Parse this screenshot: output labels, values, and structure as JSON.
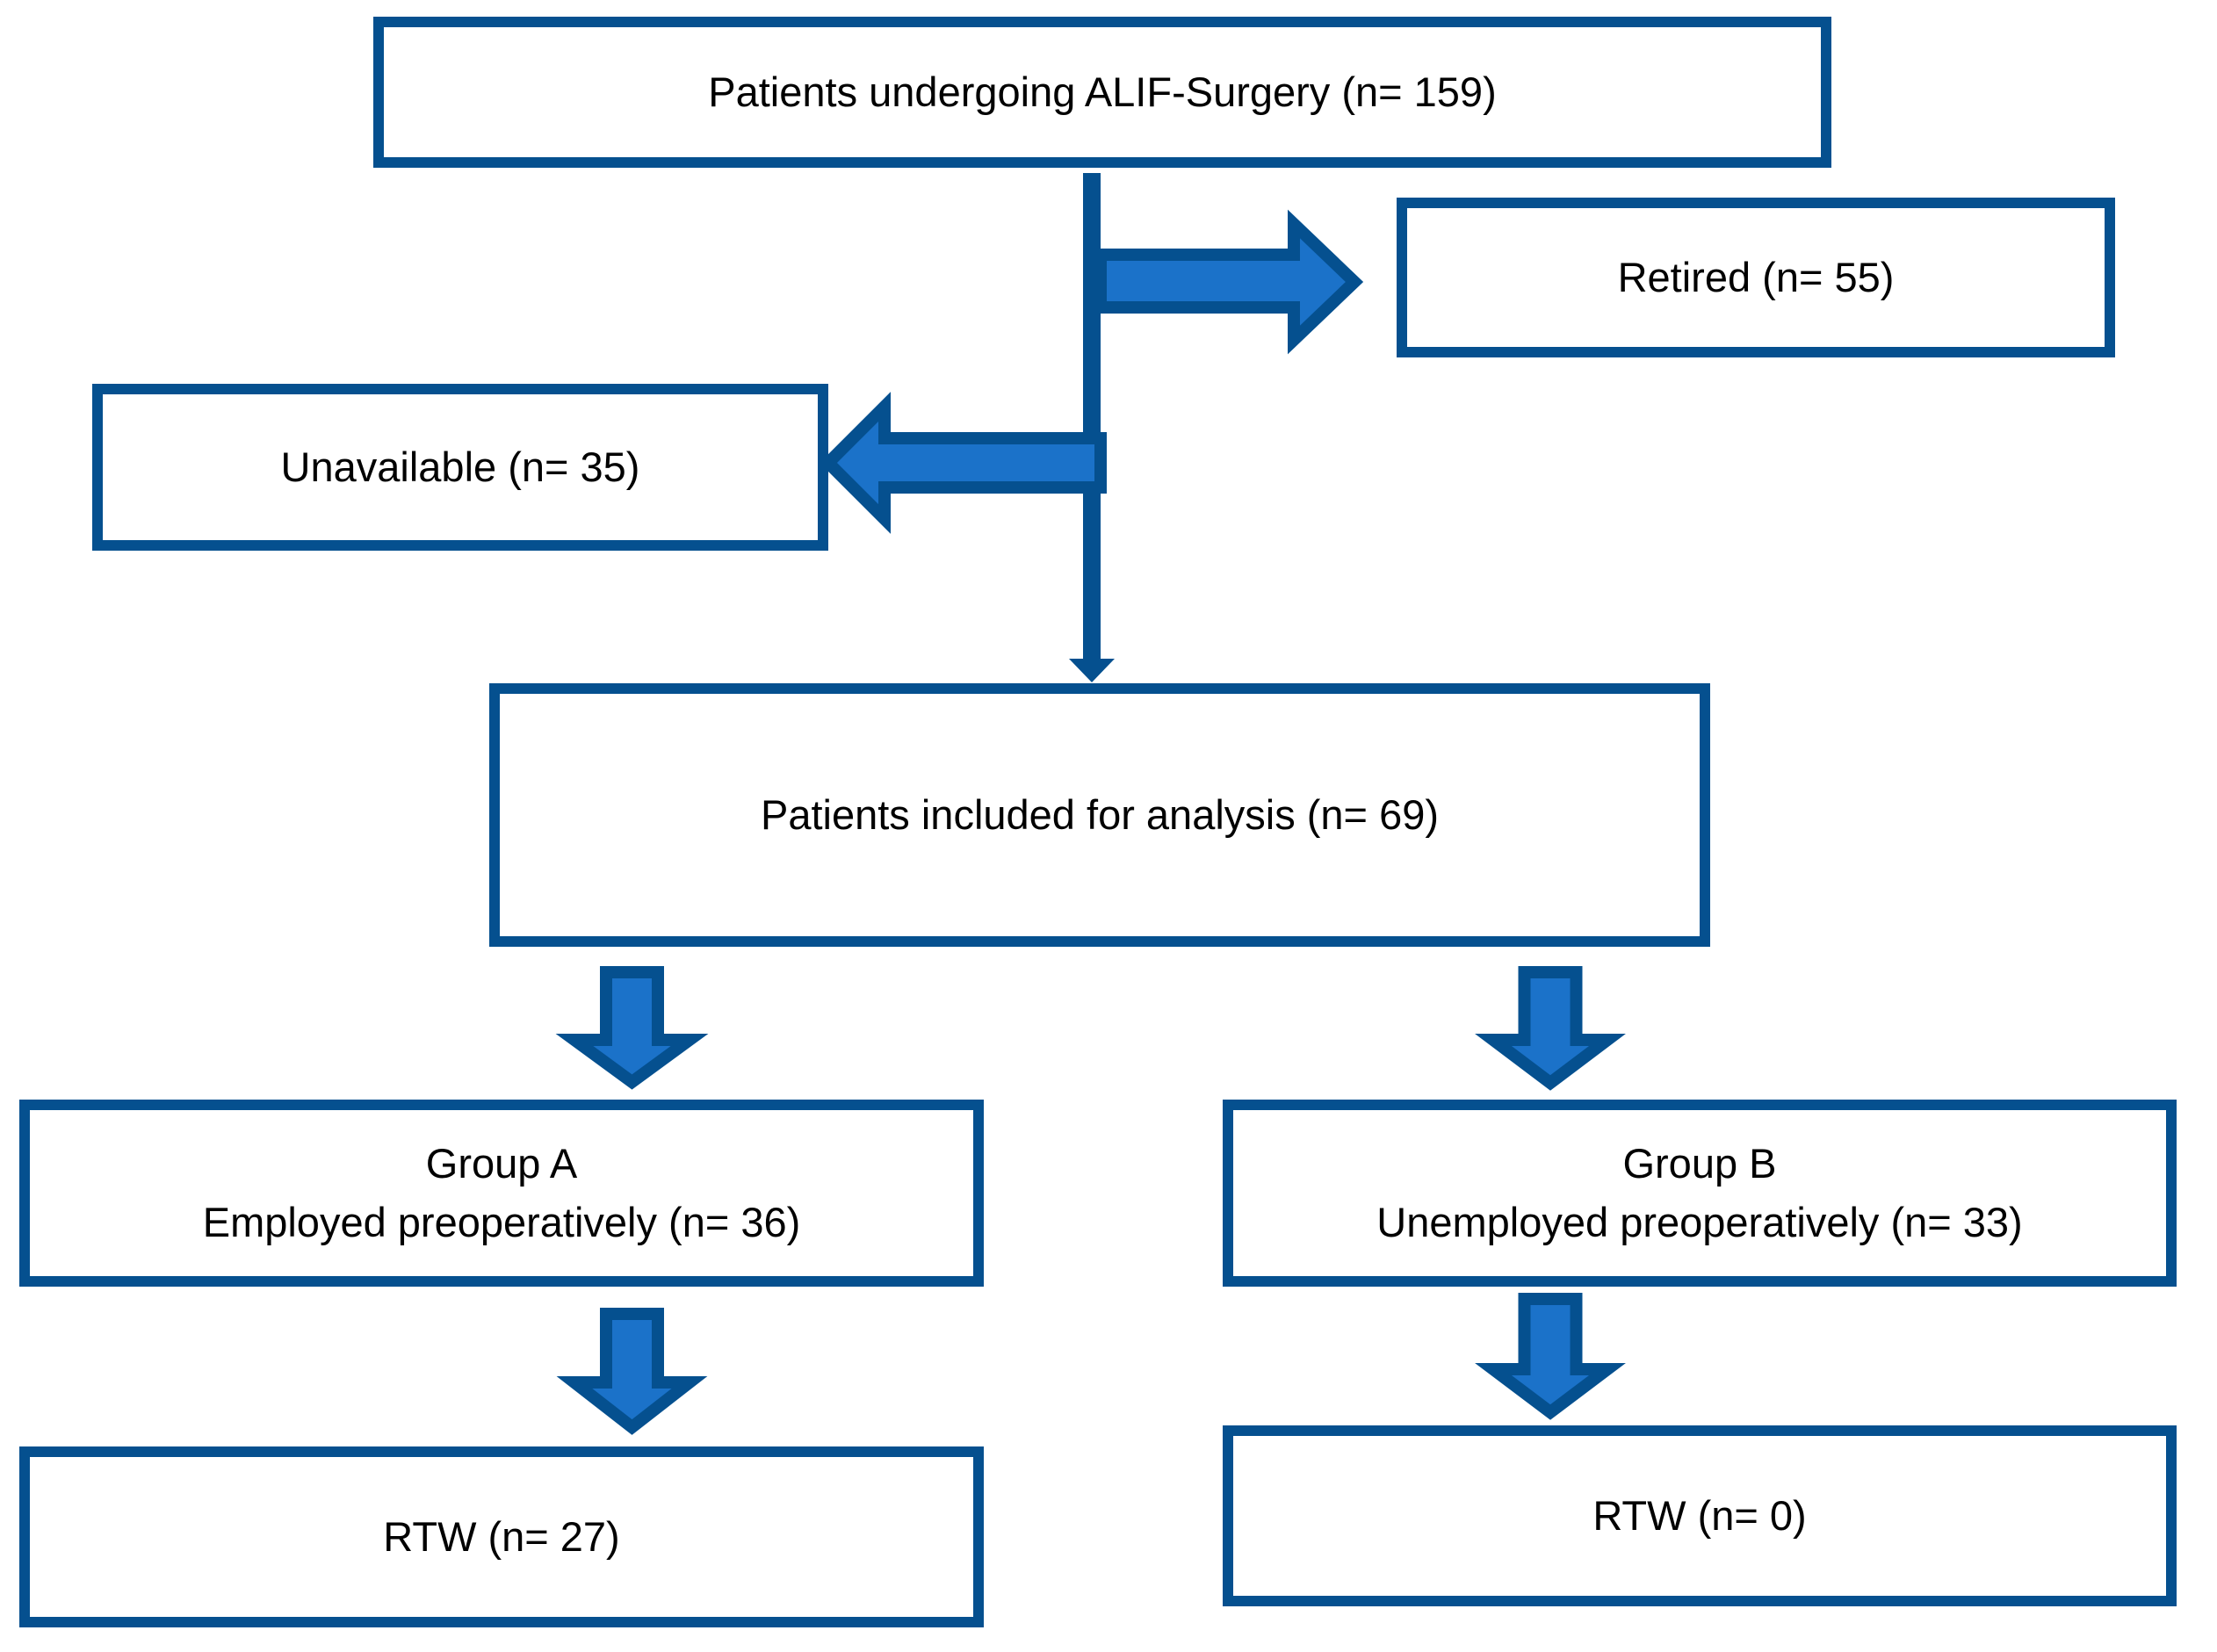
{
  "diagram": {
    "title": "Patient flow diagram (ALIF surgery, return to work)",
    "colors": {
      "outline": "#05508f",
      "arrow_fill": "#1b72c9",
      "box_fill": "#ffffff",
      "text": "#000000"
    },
    "nodes": {
      "surgery": {
        "label": "Patients undergoing ALIF-Surgery (n= 159)",
        "n": 159
      },
      "retired": {
        "label": "Retired (n= 55)",
        "n": 55
      },
      "unavailable": {
        "label": "Unavailable (n= 35)",
        "n": 35
      },
      "included": {
        "label": "Patients included for analysis (n= 69)",
        "n": 69
      },
      "group_a": {
        "line1": "Group A",
        "line2": "Employed preoperatively (n= 36)",
        "n": 36
      },
      "group_b": {
        "line1": "Group B",
        "line2": "Unemployed preoperatively (n= 33)",
        "n": 33
      },
      "rtw_a": {
        "label": "RTW (n= 27)",
        "n": 27
      },
      "rtw_b": {
        "label": "RTW (n= 0)",
        "n": 0
      }
    },
    "edges": [
      {
        "from": "surgery",
        "to": "retired"
      },
      {
        "from": "surgery",
        "to": "unavailable"
      },
      {
        "from": "surgery",
        "to": "included"
      },
      {
        "from": "included",
        "to": "group_a"
      },
      {
        "from": "included",
        "to": "group_b"
      },
      {
        "from": "group_a",
        "to": "rtw_a"
      },
      {
        "from": "group_b",
        "to": "rtw_b"
      }
    ]
  }
}
